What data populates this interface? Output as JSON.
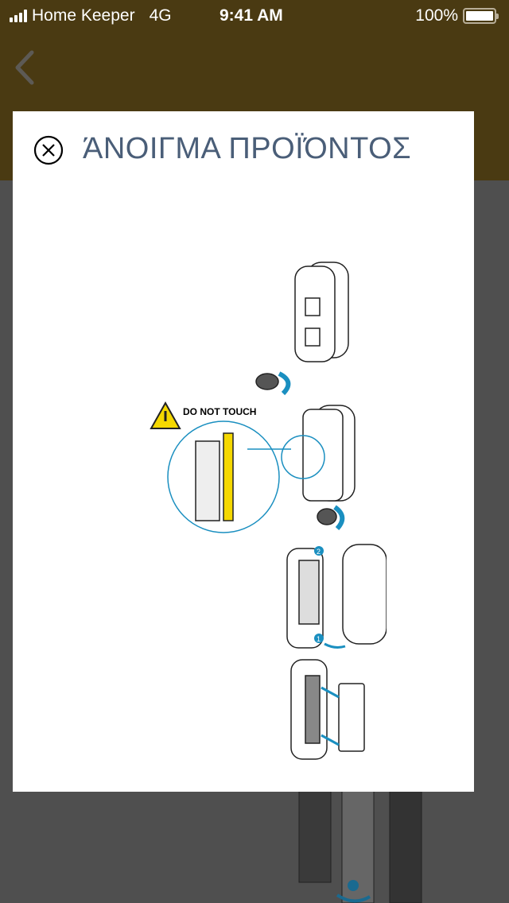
{
  "status_bar": {
    "carrier": "Home Keeper",
    "network": "4G",
    "time": "9:41 AM",
    "battery": "100%"
  },
  "nav": {
    "back_icon": "chevron-left-icon"
  },
  "modal": {
    "title": "ΆΝΟΙΓΜΑ ΠΡΟΪΌΝΤΟΣ",
    "close_icon": "circle-x-icon",
    "illustration": {
      "warning_label": "DO NOT TOUCH",
      "step_1": "1",
      "step_2": "2"
    }
  },
  "colors": {
    "header": "#4a3a12",
    "title": "#4a5e78",
    "accent": "#1a8fc0",
    "warning": "#f5d800"
  }
}
